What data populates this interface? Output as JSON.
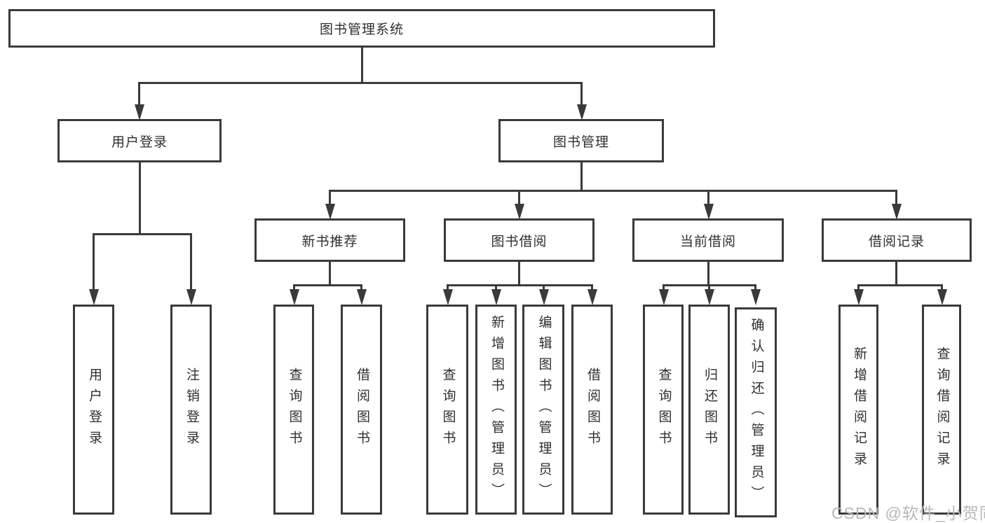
{
  "root": {
    "label": "图书管理系统"
  },
  "branches": [
    {
      "label": "用户登录",
      "children": [
        {
          "label": "用户登录"
        },
        {
          "label": "注销登录"
        }
      ]
    },
    {
      "label": "图书管理",
      "groups": [
        {
          "label": "新书推荐",
          "children": [
            {
              "label": "查询图书"
            },
            {
              "label": "借阅图书"
            }
          ]
        },
        {
          "label": "图书借阅",
          "children": [
            {
              "label": "查询图书"
            },
            {
              "label": "新增图书（管理员）"
            },
            {
              "label": "编辑图书（管理员）"
            },
            {
              "label": "借阅图书"
            }
          ]
        },
        {
          "label": "当前借阅",
          "children": [
            {
              "label": "查询图书"
            },
            {
              "label": "归还图书"
            },
            {
              "label": "确认归还（管理员）"
            }
          ]
        },
        {
          "label": "借阅记录",
          "children": [
            {
              "label": "新增借阅记录"
            },
            {
              "label": "查询借阅记录"
            }
          ]
        }
      ]
    }
  ],
  "watermark": "CSDN @软件_小贺同学",
  "colors": {
    "line": "#3a3a3a",
    "text": "#2f2f2f",
    "watermark": "#b8b8b8",
    "background": "#ffffff"
  }
}
